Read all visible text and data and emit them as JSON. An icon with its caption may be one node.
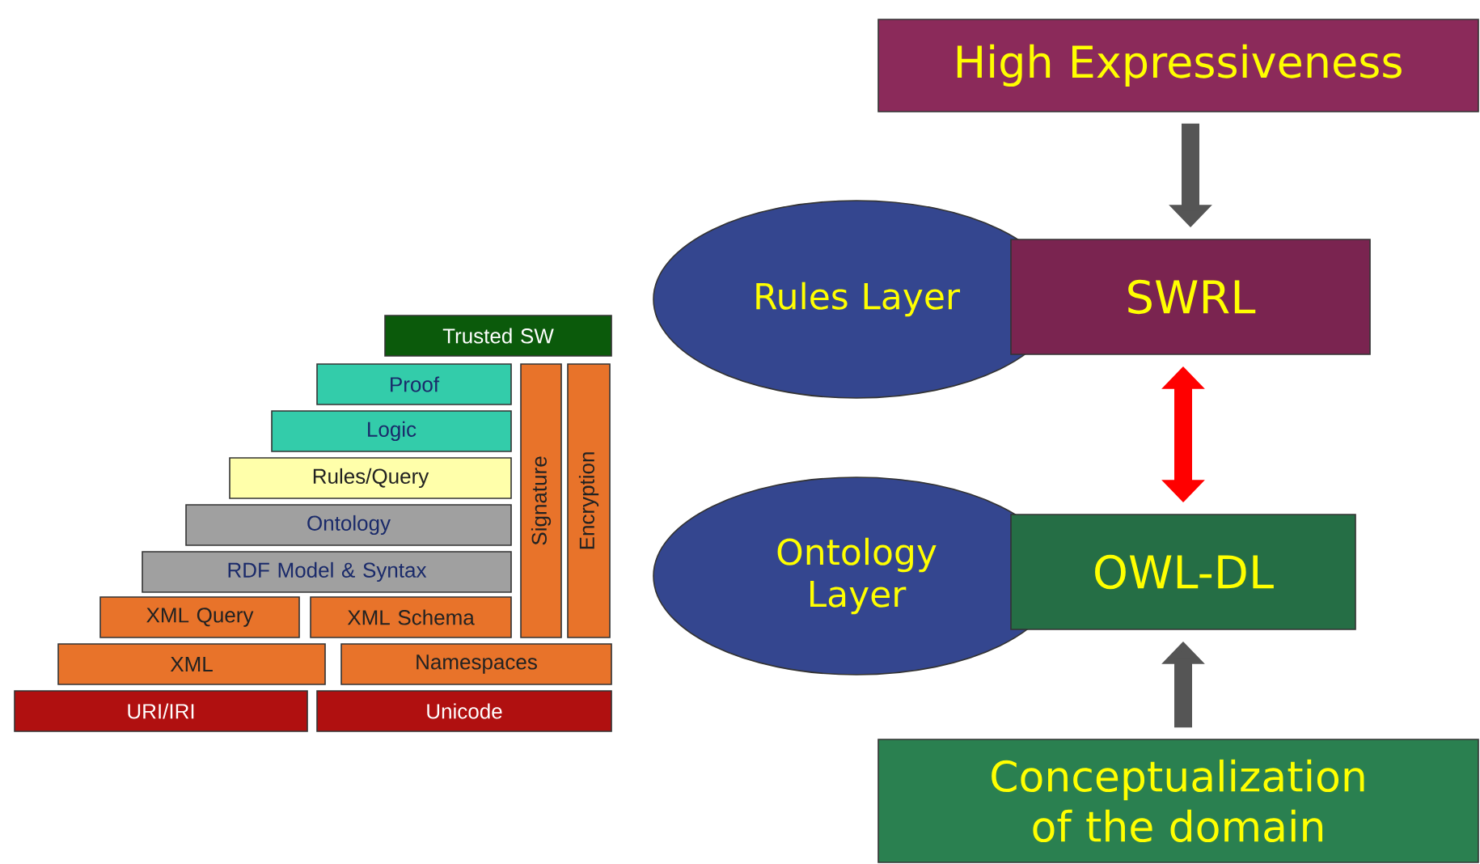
{
  "diagram": {
    "nodes": [
      {
        "text": [
          "Trusted SW"
        ]
      },
      {
        "text": [
          "Proof"
        ]
      },
      {
        "text": [
          "Logic"
        ]
      },
      {
        "text": [
          "Rules/Query"
        ]
      },
      {
        "text": [
          "Signature"
        ]
      },
      {
        "text": [
          "Encryption"
        ]
      },
      {
        "text": [
          "Ontology"
        ]
      },
      {
        "text": [
          "RDF Model & Syntax"
        ]
      },
      {
        "text": [
          "XML Query"
        ]
      },
      {
        "text": [
          "XML Schema"
        ]
      },
      {
        "text": [
          "XML"
        ]
      },
      {
        "text": [
          "Namespaces"
        ]
      },
      {
        "text": [
          "URI/IRI"
        ]
      },
      {
        "text": [
          "Unicode"
        ]
      },
      {
        "text": [
          "High Expressiveness"
        ]
      },
      {
        "text": [
          "Rules Layer"
        ]
      },
      {
        "text": [
          "SWRL"
        ]
      },
      {
        "text": [
          "Ontology Layer"
        ]
      },
      {
        "text": [
          "OWL-DL"
        ]
      },
      {
        "text": [
          "Conceptualization of the domain"
        ]
      }
    ],
    "edges": [
      {
        "from": 14,
        "to": 16,
        "arrow": "to"
      },
      {
        "from": 16,
        "to": 18,
        "arrow": "both",
        "color": "#ff0000"
      },
      {
        "from": 19,
        "to": 18,
        "arrow": "to"
      }
    ]
  }
}
